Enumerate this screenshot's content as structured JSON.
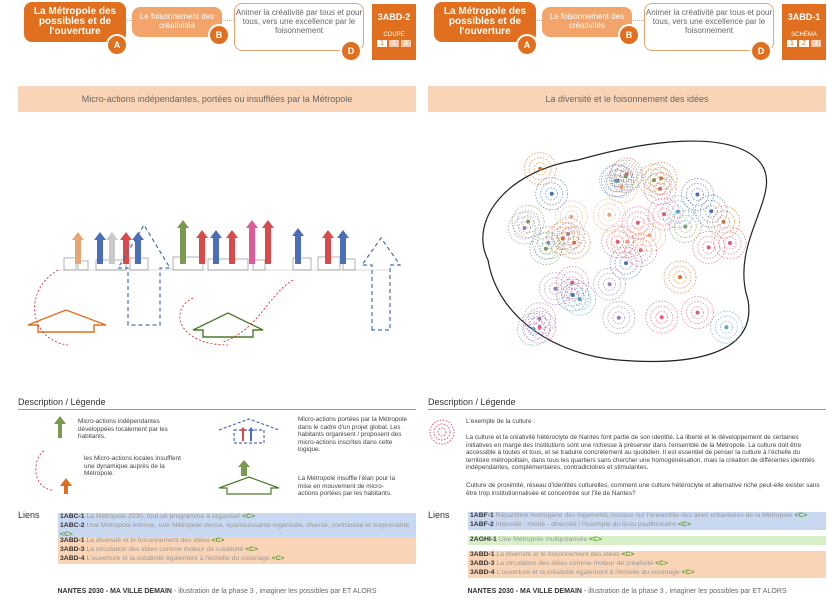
{
  "panels": [
    {
      "header": {
        "box_a": "La Métropole des possibles et de l'ouverture",
        "box_b": "Le foisonnement des créativités",
        "box_c": "Animer la créativité par tous et pour tous, vers une excellence par le foisonnement",
        "badge_a": "A",
        "badge_b": "B",
        "badge_d": "D",
        "code": "3ABD-2",
        "code_sub": "COUPE",
        "tabs": [
          "1",
          "2",
          "3"
        ]
      },
      "band": "Micro-actions indépendantes, portées ou insufflées par la Métropole",
      "section_title": "Description / Légende",
      "legend": [
        "Micro-actions indépendantes développées localement par les habitants.",
        "les Micro-actions locales insufflent une dynamique auprès de la Métropole.",
        "Micro-actions portées par la Métropole dans le cadre d'un projet global. Les habitants organisent / proposent des micro-actions inscrites dans cette logique.",
        "La Métropole insuffle l'élan pour la mise en mouvement de micro-actions portées par les habitants."
      ],
      "liens_label": "Liens",
      "liens": [
        {
          "code": "1ABC-1",
          "text": "La Métropole 2030, tout un programme à organiser",
          "link": "<C>",
          "style": "blue"
        },
        {
          "code": "1ABC-2",
          "text": "Une Métropole intense, une Métropole dense, épanouissante organisée, diverse, contrastée et surprenante",
          "link": "<C>",
          "style": "blue"
        },
        {
          "code": "3ABD-1",
          "text": "La diversité et le foisonnement des idées",
          "link": "<C>",
          "style": "orng"
        },
        {
          "code": "3ABD-3",
          "text": "La circulation des idées comme moteur de créativité",
          "link": "<C>",
          "style": "orng"
        },
        {
          "code": "3ABD-4",
          "text": "L'ouverture et la créativité également à l'échelle du voisinage",
          "link": "<C>",
          "style": "orng"
        }
      ],
      "footer_bold": "NANTES 2030 - MA VILLE DEMAIN",
      "footer_rest": " - illustration de la phase 3 , imaginer les possibles par ET ALORS"
    },
    {
      "header": {
        "box_a": "La Métropole des possibles et de l'ouverture",
        "box_b": "Le foisonnement des créativités",
        "box_c": "Animer la créativité par tous et pour tous, vers une excellence par le foisonnement",
        "badge_a": "A",
        "badge_b": "B",
        "badge_d": "D",
        "code": "3ABD-1",
        "code_sub": "SCHÉMA",
        "tabs": [
          "1",
          "2",
          "3"
        ]
      },
      "band": "La diversité et le foisonnement des idées",
      "section_title": "Description / Légende",
      "legend_intro": "L'exemple de la culture :",
      "legend_p1": "La culture et la créativité hétéroclyte de Nantes font partie de son identité. La liberté et le développement de certaines initiatives en marge des institutions sont une richesse à préserver dans l'ensemble de la Métropole. La culture doit être accessible à toutes et tous, et se traduire concrètement au quotidien. Il est essentiel de penser la culture à l'échelle du territoire métropolitain, dans tous les quartiers sans chercher une homogénéisation, mais la création de différentes identités indépendantes, complémentaires, contradictoires et stimulantes.",
      "legend_p2": "Culture de proximité, réseau d'identités culturelles, comment une culture hétéroclyte et alternative riche peut-elle exister sans être trop institutionnalisée et concentrée sur l'île de Nantes?",
      "liens_label": "Liens",
      "liens": [
        {
          "code": "1ABF-1",
          "text": "Répartition homogène des logements sociaux sur l'ensemble des aires urbanisées de la Métropole",
          "link": "<C>",
          "style": "blue"
        },
        {
          "code": "1ABF-2",
          "text": "Intensité - mixité - diversité / l'exemple du tissu pavillonnaire",
          "link": "<C>",
          "style": "blue"
        },
        {
          "code": "2AGHI-1",
          "text": "Une Métropole multipolarisée",
          "link": "<C>",
          "style": "green"
        },
        {
          "code": "3ABD-1",
          "text": "La diversité et le foisonnement des idées",
          "link": "<C>",
          "style": "orng"
        },
        {
          "code": "3ABD-3",
          "text": "La circulation des idées comme moteur de créativité",
          "link": "<C>",
          "style": "orng"
        },
        {
          "code": "3ABD-4",
          "text": "L'ouverture et la créativité également à l'échelle du voisinage",
          "link": "<C>",
          "style": "orng"
        }
      ],
      "footer_bold": "NANTES 2030 - MA VILLE DEMAIN",
      "footer_rest": " - illustration de la phase 3 , imaginer les possibles par ET ALORS"
    }
  ]
}
